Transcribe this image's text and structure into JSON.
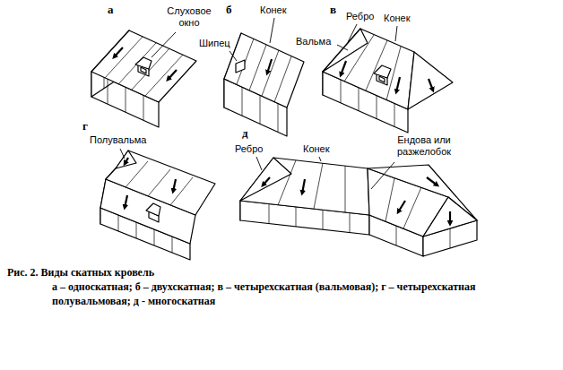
{
  "diagram": {
    "title": "Рис. 2. Виды скатных кровель",
    "caption": "а – односкатная; б – двухскатная; в – четырехскатная (вальмовая); г – четырехскатная полувальмовая; д - многоскатная",
    "labels": [
      "а",
      "Слуховое окно",
      "б",
      "Конек",
      "Шипец",
      "в",
      "Конек",
      "Ребро",
      "Вальма",
      "г",
      "Полувальма",
      "д",
      "Конек",
      "Ребро",
      "Ендова или разжелобок"
    ]
  }
}
